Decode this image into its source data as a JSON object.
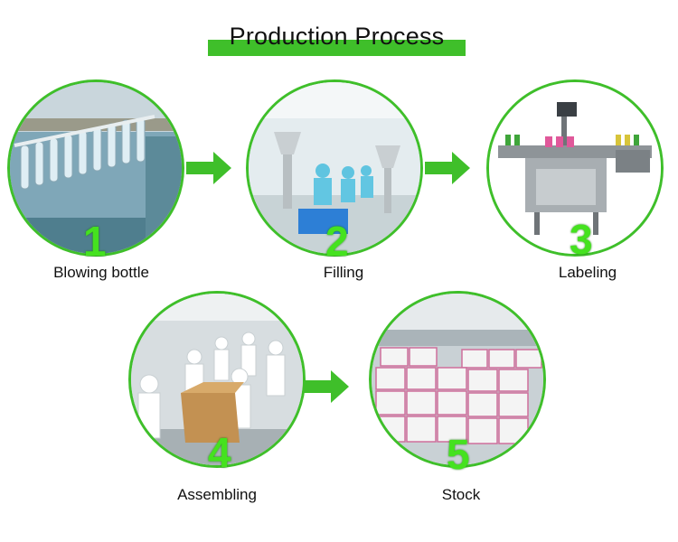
{
  "title": "Production Process",
  "accent_color": "#3fbf2a",
  "steps": [
    {
      "number": "1",
      "label": "Blowing bottle",
      "icon": "preform-bottles-photo"
    },
    {
      "number": "2",
      "label": "Filling",
      "icon": "filling-room-photo"
    },
    {
      "number": "3",
      "label": "Labeling",
      "icon": "labeling-machine-photo"
    },
    {
      "number": "4",
      "label": "Assembling",
      "icon": "packing-line-photo"
    },
    {
      "number": "5",
      "label": "Stock",
      "icon": "warehouse-stock-photo"
    }
  ]
}
